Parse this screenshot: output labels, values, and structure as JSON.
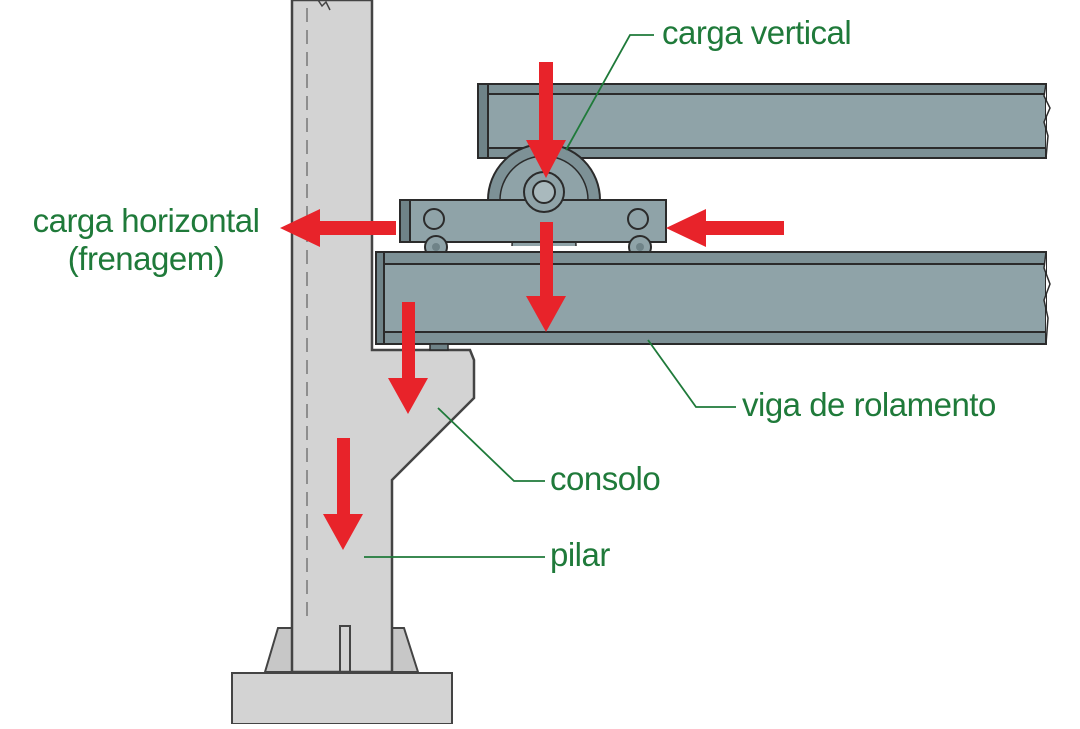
{
  "colors": {
    "label_text": "#1f7a3a",
    "leader_line": "#1f7a3a",
    "arrow": "#e8232a",
    "concrete": "#d3d3d3",
    "concrete_stroke": "#444444",
    "steel": "#8fa3a8",
    "steel_dark": "#6f8388",
    "steel_stroke": "#2b2b2b"
  },
  "labels": {
    "carga_vertical": "carga vertical",
    "carga_horizontal_line1": "carga horizontal",
    "carga_horizontal_line2": "(frenagem)",
    "viga_de_rolamento": "viga de rolamento",
    "consolo": "consolo",
    "pilar": "pilar"
  },
  "icons": {
    "load_arrow": "arrow-icon"
  }
}
